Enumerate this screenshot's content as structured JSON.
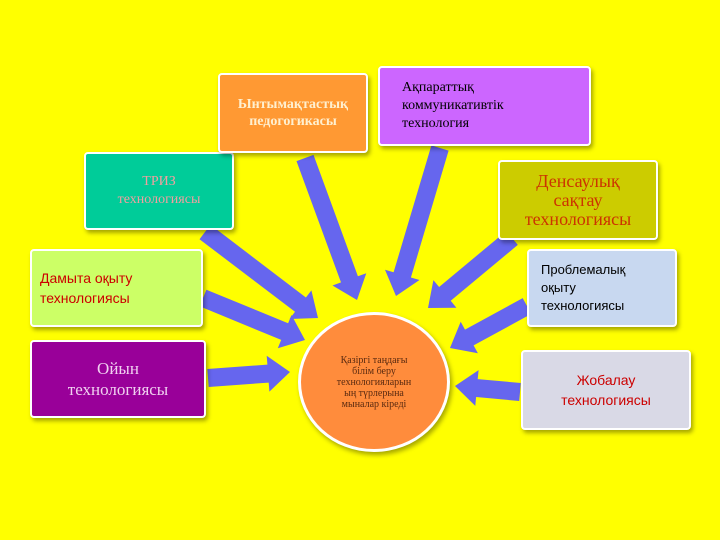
{
  "center": {
    "label": "Қазіргі таңдағы\nбілім беру\nтехнологияларын\nың түрлерына\nмыналар кіреді",
    "fill": "#ff8c3c",
    "text_color": "#5a2a10"
  },
  "nodes": [
    {
      "id": "oiyn",
      "label": "Ойын\nтехнологиясы",
      "fill": "#990099",
      "text_color": "#f0d0f0"
    },
    {
      "id": "damyta",
      "label": "Дамыта оқыту\nтехнологиясы",
      "fill": "#ccff66",
      "text_color": "#cc0000"
    },
    {
      "id": "triz",
      "label": "ТРИЗ\nтехнологиясы",
      "fill": "#00cc99",
      "text_color": "#f0a0a0"
    },
    {
      "id": "yntymaq",
      "label": "Ынтымақтастық\nпедогогикасы",
      "fill": "#ff9933",
      "text_color": "#fff0d0"
    },
    {
      "id": "aqparat",
      "label": "Ақпараттық\nкоммуникативтік\nтехнология",
      "fill": "#cc66ff",
      "text_color": "#000000"
    },
    {
      "id": "densaulyq",
      "label": "Денсаулық\nсақтау\nтехнологиясы",
      "fill": "#cccc00",
      "text_color": "#cc3300"
    },
    {
      "id": "problemalyq",
      "label": "Проблемалық\nоқыту\nтехнологиясы",
      "fill": "#c8d8f0",
      "text_color": "#000000"
    },
    {
      "id": "zhobalau",
      "label": "Жобалау\nтехнологиясы",
      "fill": "#d9d9e6",
      "text_color": "#cc0000"
    }
  ],
  "arrow_color": "#6666ee",
  "background": "#ffff00"
}
